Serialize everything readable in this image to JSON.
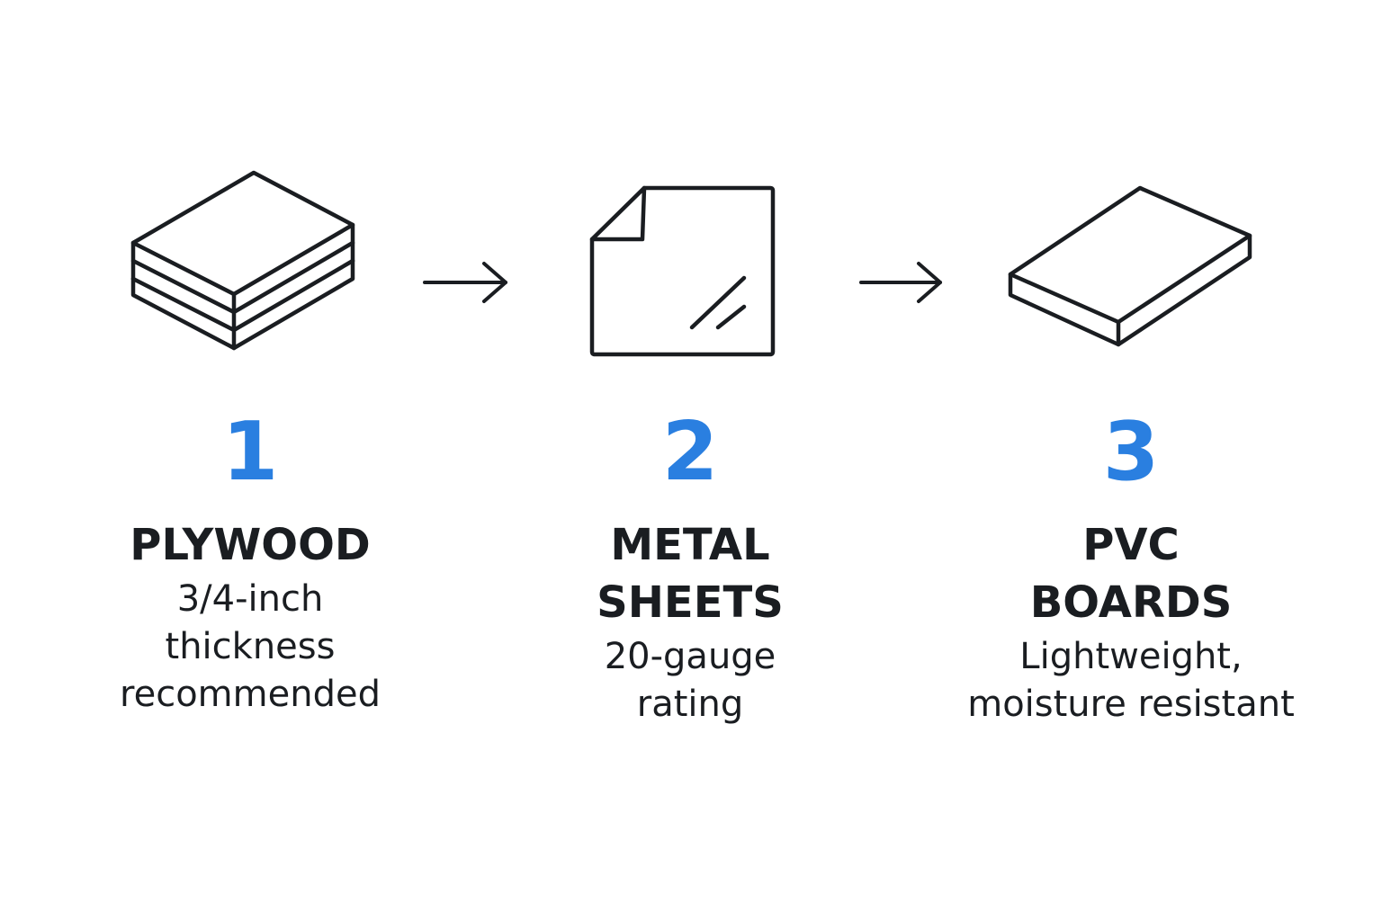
{
  "colors": {
    "accent": "#2a7fe0",
    "ink": "#1a1d21",
    "background": "#ffffff"
  },
  "steps": [
    {
      "number": "1",
      "icon": "stacked-sheets-icon",
      "title_lines": [
        "PLYWOOD"
      ],
      "desc_lines": [
        "3/4-inch",
        "thickness",
        "recommended"
      ]
    },
    {
      "number": "2",
      "icon": "metal-sheet-icon",
      "title_lines": [
        "METAL",
        "SHEETS"
      ],
      "desc_lines": [
        "20-gauge",
        "rating"
      ]
    },
    {
      "number": "3",
      "icon": "board-icon",
      "title_lines": [
        "PVC",
        "BOARDS"
      ],
      "desc_lines": [
        "Lightweight,",
        "moisture resistant"
      ]
    }
  ],
  "connectors": [
    "arrow-right-icon",
    "arrow-right-icon"
  ]
}
